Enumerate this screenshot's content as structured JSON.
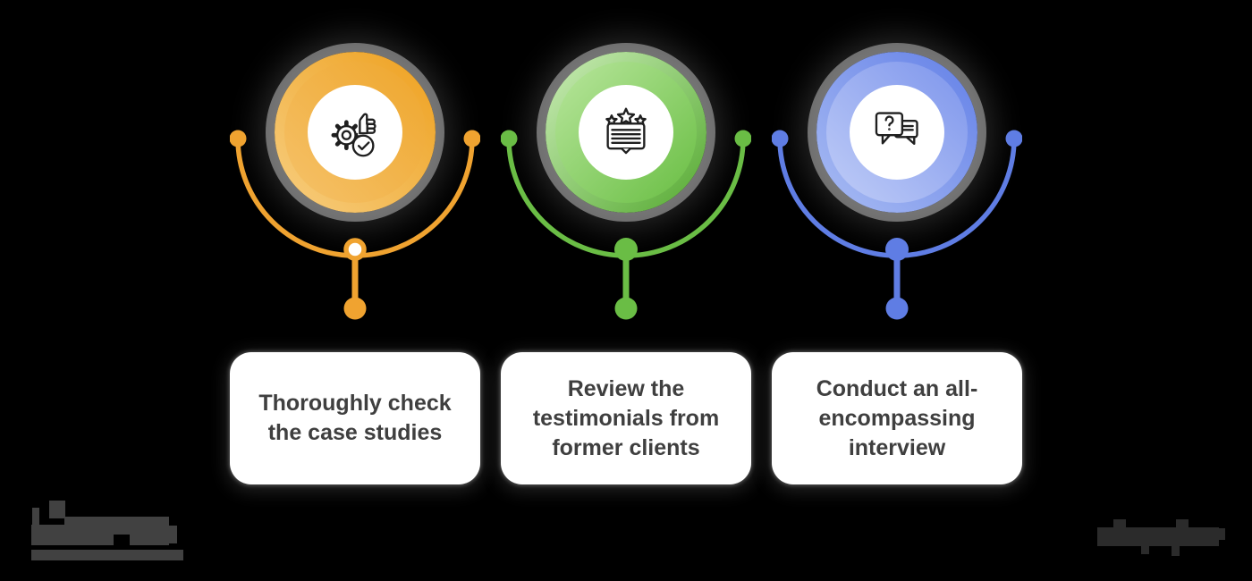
{
  "steps": [
    {
      "label": "Thoroughly check the case studies",
      "icon": "gear-thumbs-up-check-icon",
      "accent": "#F0A330",
      "outer_gradient": [
        "#F7CE80",
        "#EEA01E"
      ],
      "inner_gradient": [
        "#F5C26A",
        "#EFA62C"
      ],
      "gradient_angle": "45deg",
      "node_style": "donut"
    },
    {
      "label": "Review the testimonials from former clients",
      "icon": "testimonial-card-stars-icon",
      "accent": "#6ABD45",
      "outer_gradient": [
        "#CBEDB7",
        "#54A930"
      ],
      "inner_gradient": [
        "#B8E69C",
        "#69BE43"
      ],
      "gradient_angle": "135deg",
      "node_style": "filled"
    },
    {
      "label": "Conduct an all-encompassing interview",
      "icon": "question-chat-bubbles-icon",
      "accent": "#5F7DE4",
      "outer_gradient": [
        "#A9BCF3",
        "#6380E7"
      ],
      "inner_gradient": [
        "#C0CDF7",
        "#7D95EC"
      ],
      "gradient_angle": "45deg",
      "node_style": "filled"
    }
  ],
  "colors": {
    "background": "#000000",
    "card_background": "#FFFFFF",
    "card_text": "#3F3F3F",
    "icon_stroke": "#1F1F1F"
  },
  "footer": {
    "censored_logo": {
      "color": "#414141",
      "blocks": [
        [
          1,
          10,
          8,
          22
        ],
        [
          20,
          2,
          18,
          20
        ],
        [
          0,
          29,
          42,
          23
        ],
        [
          37,
          20,
          117,
          20
        ],
        [
          37,
          40,
          55,
          12
        ],
        [
          110,
          40,
          44,
          12
        ],
        [
          153,
          30,
          10,
          20
        ],
        [
          0,
          57,
          170,
          12
        ]
      ]
    },
    "censored_watermark": {
      "color": "#2B2B2B",
      "blocks": [
        [
          18,
          0,
          14,
          10
        ],
        [
          88,
          0,
          14,
          10
        ],
        [
          0,
          9,
          136,
          21
        ],
        [
          49,
          29,
          9,
          10
        ],
        [
          83,
          29,
          9,
          12
        ],
        [
          135,
          10,
          8,
          13
        ]
      ]
    }
  }
}
